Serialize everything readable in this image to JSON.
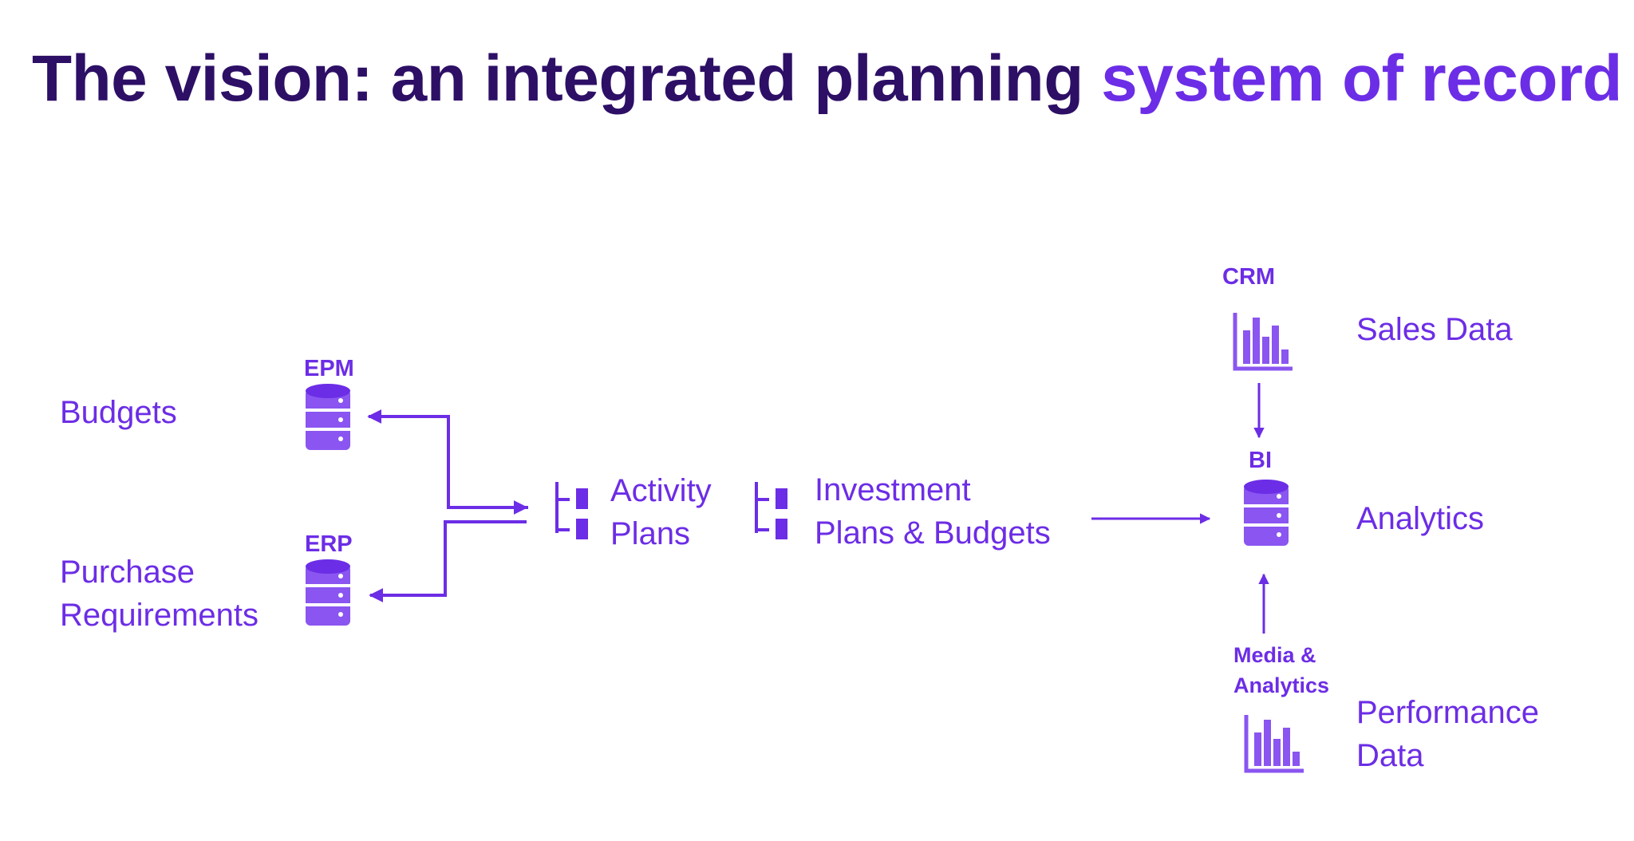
{
  "title": {
    "part1": "The vision: an integrated planning ",
    "part2": "system of record"
  },
  "left": {
    "budgets": "Budgets",
    "epm": "EPM",
    "purchase_line1": "Purchase",
    "purchase_line2": "Requirements",
    "erp": "ERP"
  },
  "middle": {
    "activity_line1": "Activity",
    "activity_line2": "Plans",
    "investment_line1": "Investment",
    "investment_line2": "Plans & Budgets"
  },
  "right": {
    "crm": "CRM",
    "sales_data": "Sales Data",
    "bi": "BI",
    "analytics": "Analytics",
    "media_line1": "Media &",
    "media_line2": "Analytics",
    "performance_line1": "Performance",
    "performance_line2": "Data"
  },
  "icons": {
    "database": "database-icon",
    "hierarchy": "hierarchy-icon",
    "bar_chart": "bar-chart-icon"
  },
  "colors": {
    "title_dark": "#2d0f66",
    "accent": "#6c2de6",
    "icon_fill": "#8a55f0",
    "arrow": "#6c2de6"
  }
}
